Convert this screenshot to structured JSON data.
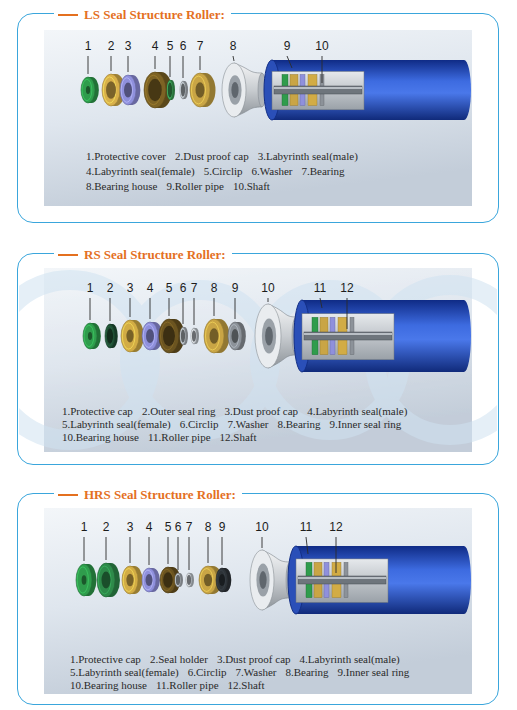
{
  "diagram": {
    "nodes": [
      {
        "text": [
          "LS Seal Structure Roller:"
        ]
      },
      {
        "text": [
          "RS Seal Structure Roller:"
        ]
      },
      {
        "text": [
          "HRS Seal Structure Roller:"
        ]
      }
    ],
    "labels": [
      "1",
      "2",
      "3",
      "4",
      "5",
      "6",
      "7",
      "8",
      "9",
      "10",
      "1.Protective cover",
      "2.Dust proof cap",
      "3.Labyrinth seal(male)",
      "4.Labyrinth seal(female)",
      "5.Circlip",
      "6.Washer",
      "7.Bearing",
      "8.Bearing house",
      "9.Roller pipe",
      "10.Shaft",
      "1",
      "2",
      "3",
      "4",
      "5",
      "6",
      "7",
      "8",
      "9",
      "10",
      "11",
      "12",
      "1.Protective cap",
      "2.Outer seal ring",
      "3.Dust proof cap",
      "4.Labyrinth seal(male)",
      "5.Labyrinth seal(female)",
      "6.Circlip",
      "7.Washer",
      "8.Bearing",
      "9.Inner seal ring",
      "10.Bearing house",
      "11.Roller pipe",
      "12.Shaft",
      "1",
      "2",
      "3",
      "4",
      "5",
      "6",
      "7",
      "8",
      "9",
      "10",
      "11",
      "12",
      "1.Protective cap",
      "2.Seal holder",
      "3.Dust proof cap",
      "4.Labyrinth seal(male)",
      "5.Labyrinth seal(female)",
      "6.Circlip",
      "7.Washer",
      "8.Bearing",
      "9.Inner seal ring",
      "10.Bearing house",
      "11.Roller pipe",
      "12.Shaft"
    ]
  }
}
